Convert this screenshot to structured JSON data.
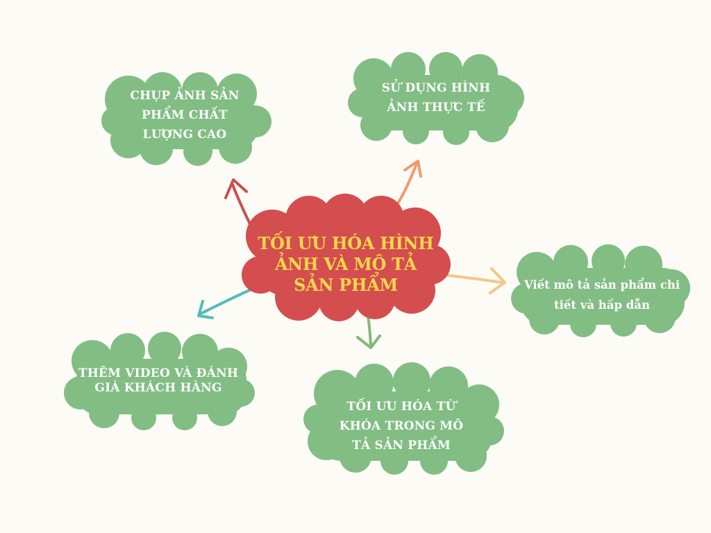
{
  "mindmap": {
    "center": {
      "label": "TỐI ƯU HÓA HÌNH ẢNH VÀ MÔ TẢ SẢN PHẨM",
      "fill": "#d44e4f",
      "text_color": "#f7d84a"
    },
    "branches": [
      {
        "id": "top-left",
        "label": "CHỤP ẢNH SẢN PHẨM CHẤT LƯỢNG CAO",
        "arrow_color": "#c94f55"
      },
      {
        "id": "top-right",
        "label": "SỬ DỤNG HÌNH ẢNH THỰC TẾ",
        "arrow_color": "#f29a6a"
      },
      {
        "id": "right",
        "label": "Viết mô tả sản phẩm chi tiết và hấp dẫn",
        "arrow_color": "#f5c784"
      },
      {
        "id": "bottom",
        "label": "TỐI ƯU HÓA TỪ KHÓA TRONG MÔ TẢ SẢN PHẨM",
        "arrow_color": "#86b878"
      },
      {
        "id": "left",
        "label": "THÊM VIDEO VÀ ĐÁNH GIÁ KHÁCH HÀNG",
        "arrow_color": "#54bcb7"
      }
    ],
    "leaf_fill": "#82bd84",
    "background": "#fcfbf6"
  }
}
